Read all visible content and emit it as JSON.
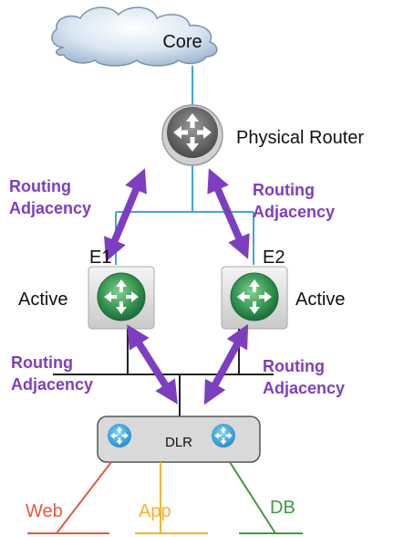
{
  "nodes": {
    "core": {
      "label": "Core"
    },
    "physical_router": {
      "label": "Physical Router"
    },
    "edge1": {
      "name": "E1",
      "state": "Active"
    },
    "edge2": {
      "name": "E2",
      "state": "Active"
    },
    "dlr": {
      "label": "DLR"
    }
  },
  "adjacency_labels": {
    "top_left": [
      "Routing",
      "Adjacency"
    ],
    "top_right": [
      "Routing",
      "Adjacency"
    ],
    "bottom_left": [
      "Routing",
      "Adjacency"
    ],
    "bottom_right": [
      "Routing",
      "Adjacency"
    ]
  },
  "segments": {
    "web": "Web",
    "app": "App",
    "db": "DB"
  },
  "colors": {
    "adjacency_arrow": "#7d3fbf",
    "adjacency_text": "#7d3fbf",
    "uplink_line": "#3fa7dc",
    "transit_line": "#222222",
    "web": "#e05a44",
    "app": "#f5b32a",
    "db": "#3f9a3f",
    "dlr_box": "#d9d9d9",
    "edge_router": "#2e8f4a"
  }
}
